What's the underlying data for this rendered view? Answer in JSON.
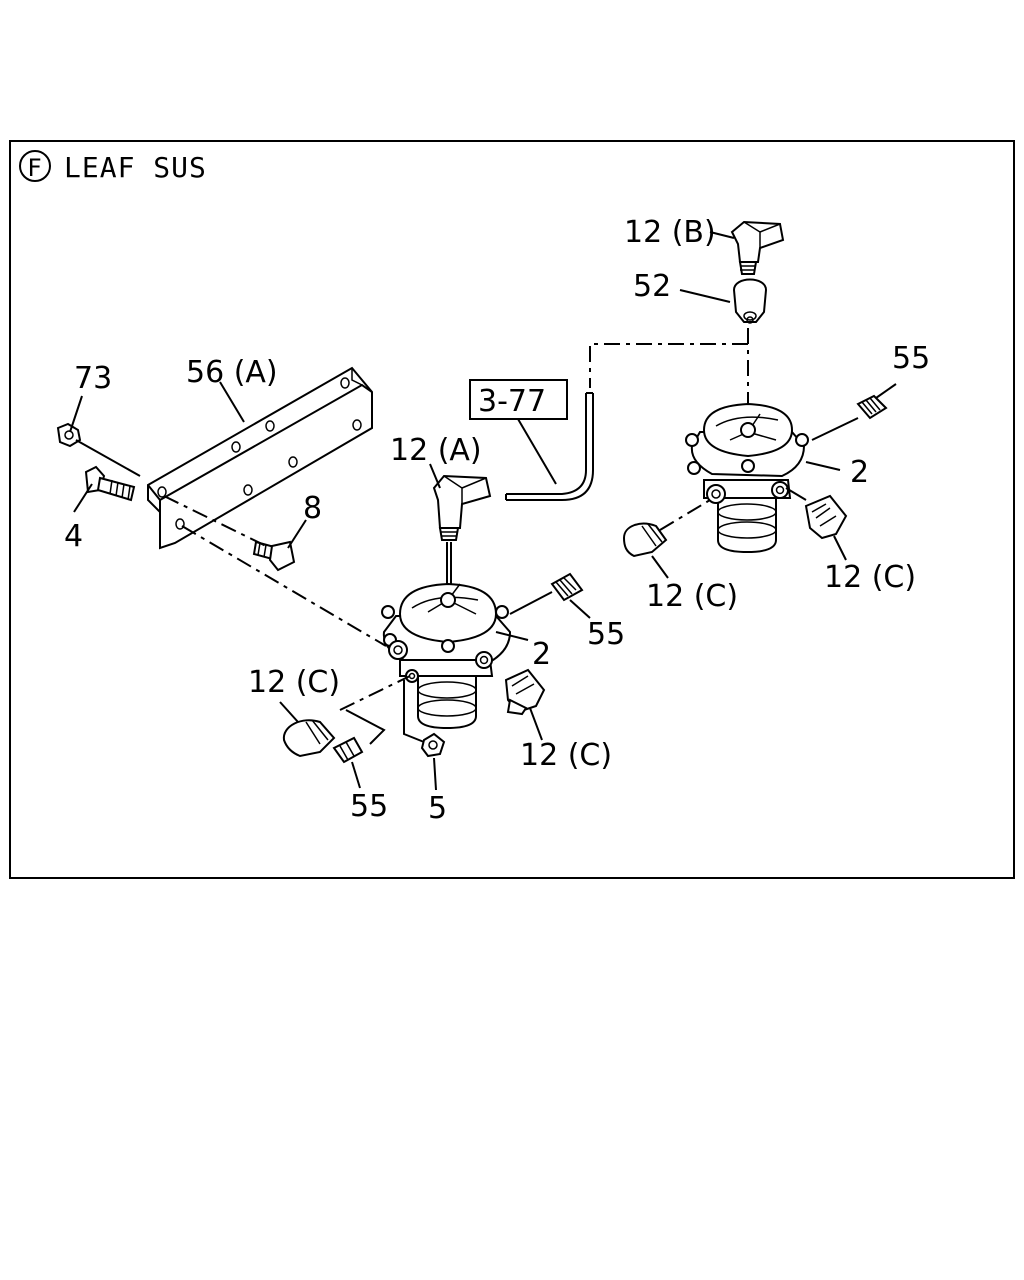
{
  "title": {
    "circle_letter": "F",
    "text": "LEAF SUS"
  },
  "labels": {
    "p12b": "12 (B)",
    "p52": "52",
    "p55_right": "55",
    "p3_77": "3-77",
    "p73": "73",
    "p56a": "56 (A)",
    "p12a": "12 (A)",
    "p2_right": "2",
    "p4": "4",
    "p8": "8",
    "p12c_right_left": "12 (C)",
    "p12c_right_right": "12 (C)",
    "p55_center": "55",
    "p2_center": "2",
    "p12c_left": "12 (C)",
    "p12c_center": "12 (C)",
    "p55_bottom": "55",
    "p5": "5"
  }
}
